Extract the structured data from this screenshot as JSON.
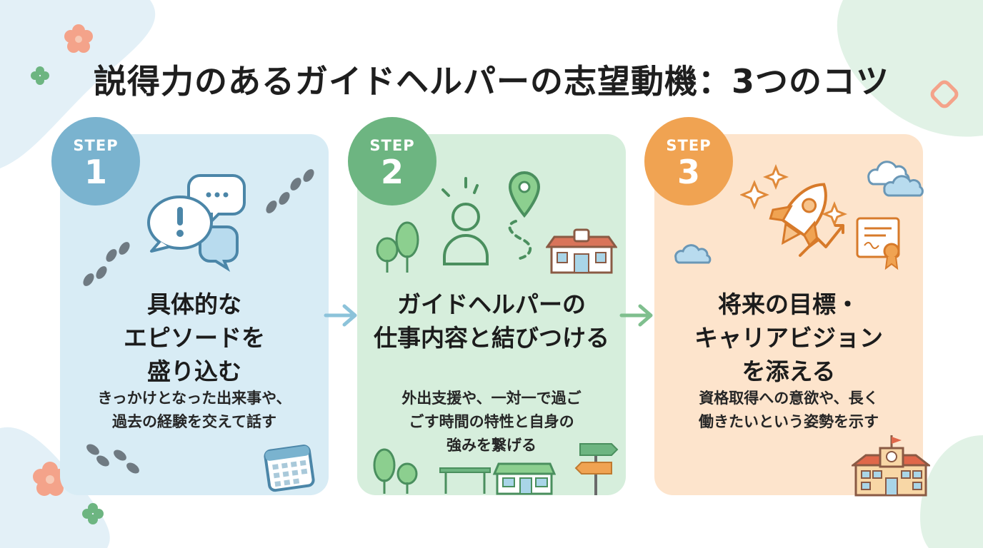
{
  "title": "説得力のあるガイドヘルパーの志望動機：3つのコツ",
  "colors": {
    "step1": "#7ab3cf",
    "step2": "#6db581",
    "step3": "#f0a352",
    "card1_bg": "#d8ecf5",
    "card2_bg": "#d6eedc",
    "card3_bg": "#fde4cc"
  },
  "steps": [
    {
      "label": "STEP",
      "number": "1",
      "heading_lines": [
        "具体的な",
        "エピソードを",
        "盛り込む"
      ],
      "desc_lines": [
        "きっかけとなった出来事や、",
        "過去の経験を交えて話す"
      ],
      "icons": [
        "speech-bubbles-icon",
        "footprints-icon",
        "calendar-icon"
      ]
    },
    {
      "label": "STEP",
      "number": "2",
      "heading_lines": [
        "ガイドヘルパーの",
        "仕事内容と結びつける"
      ],
      "desc_lines": [
        "外出支援や、一対一で過ご",
        "ごす時間の特性と自身の",
        "強みを繋げる"
      ],
      "icons": [
        "person-icon",
        "map-pin-icon",
        "station-icon",
        "tree-icon",
        "signpost-icon",
        "shop-icon"
      ]
    },
    {
      "label": "STEP",
      "number": "3",
      "heading_lines": [
        "将来の目標・",
        "キャリアビジョン",
        "を添える"
      ],
      "desc_lines": [
        "資格取得への意欲や、長く",
        "働きたいという姿勢を示す"
      ],
      "icons": [
        "rocket-icon",
        "certificate-icon",
        "cloud-icon",
        "school-icon"
      ]
    }
  ]
}
